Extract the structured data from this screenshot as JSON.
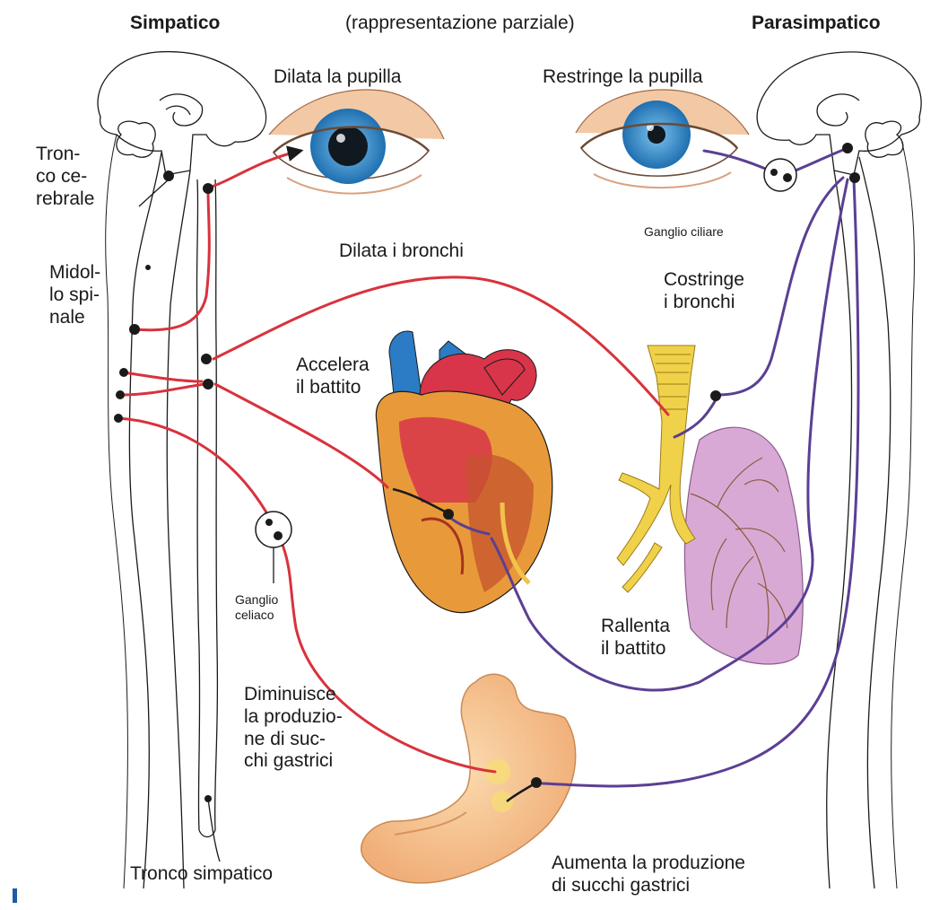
{
  "header": {
    "left_title": "Simpatico",
    "subtitle": "(rappresentazione parziale)",
    "right_title": "Parasimpatico"
  },
  "labels": {
    "dilata_pupilla": "Dilata la pupilla",
    "restringe_pupilla": "Restringe la pupilla",
    "tronco_cerebrale": "Tron-\nco ce-\nrebrale",
    "midollo_spinale": "Midol-\nlo spi-\nnale",
    "ganglio_ciliare": "Ganglio ciliare",
    "dilata_bronchi": "Dilata i bronchi",
    "costringe_bronchi": "Costringe\ni bronchi",
    "accelera_battito": "Accelera\nil battito",
    "ganglio_celiaco": "Ganglio\nceliaco",
    "rallenta_battito": "Rallenta\nil battito",
    "diminuisce": "Diminuisce\nla produzio-\nne di suc-\nchi gastrici",
    "tronco_simpatico": "Tronco simpatico",
    "aumenta": "Aumenta la produzione\ndi succhi gastrici"
  },
  "colors": {
    "sympathetic": "#d9323c",
    "parasympathetic": "#5b3f93",
    "iris": "#2f86c9",
    "heart_red": "#d8354a",
    "heart_blue": "#2b7cc4",
    "heart_orange": "#e89a3a",
    "bronchi": "#f0d24a",
    "lung": "#d9a9d6",
    "stomach": "#f5c38e"
  }
}
